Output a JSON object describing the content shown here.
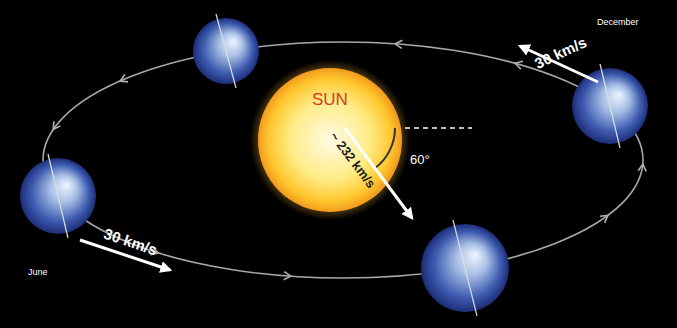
{
  "diagram": {
    "nodes": [
      {
        "text": [
          "December"
        ]
      },
      {
        "text": [
          "SUN",
          "~ 232 km/s"
        ]
      },
      {
        "text": [
          "June"
        ]
      }
    ],
    "labels": [
      "30 km/s",
      "60°",
      "30 km/s"
    ]
  }
}
